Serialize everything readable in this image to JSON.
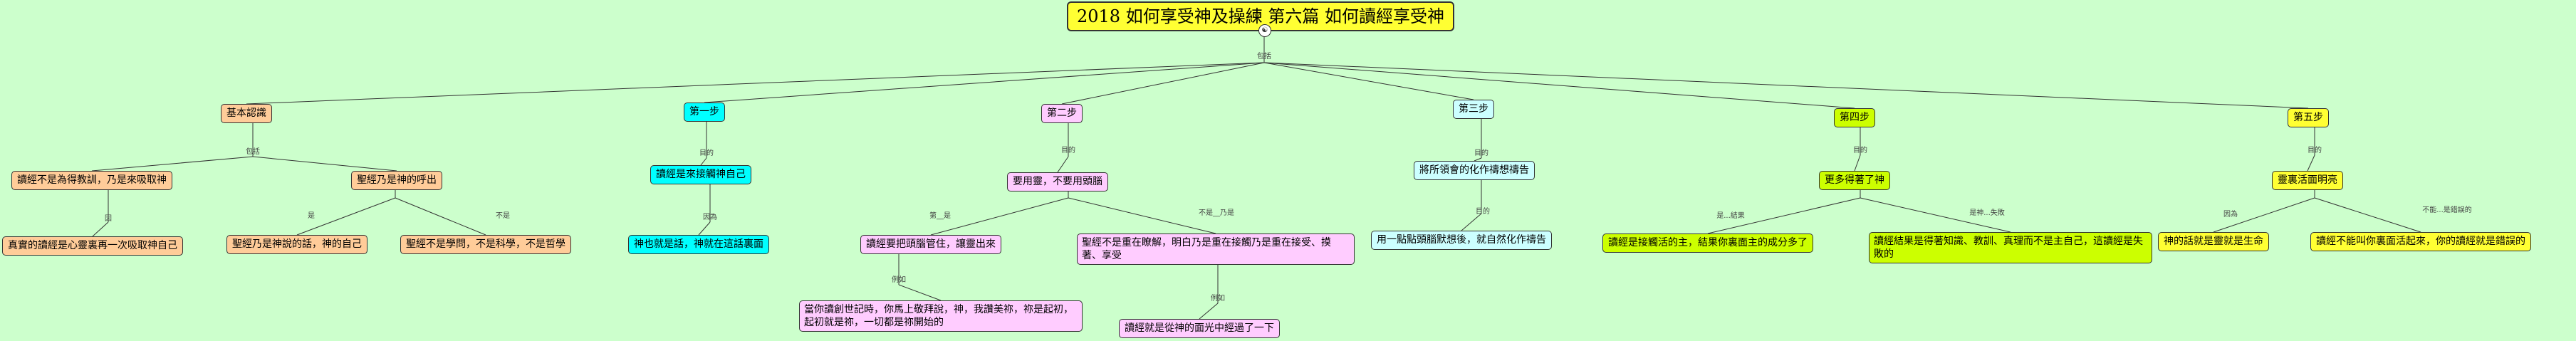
{
  "root": {
    "title": "2018 如何享受神及操練 第六篇 如何讀經享受神"
  },
  "icons": {
    "root_icon": "person-icon"
  },
  "labels": {
    "root_link": "包括",
    "basic_link": "包括",
    "step1_link": "目的",
    "step2_link": "目的",
    "step3_link": "目的",
    "step4_link": "目的",
    "step5_link": "目的",
    "b1_link": "因",
    "b2_left": "是",
    "b2_right": "不是",
    "s1_link": "因為",
    "s2_left": "第__是",
    "s2_right": "不是__乃是",
    "s2a_link": "例如",
    "s2b_link": "例如",
    "s3_link": "目的",
    "s4_left": "是...結果",
    "s4_right": "是神...失敗",
    "s5_left": "因為",
    "s5_right": "不能...是錯誤的"
  },
  "nodes": {
    "basic": "基本認識",
    "step1": "第一步",
    "step2": "第二步",
    "step3": "第三步",
    "step4": "第四步",
    "step5": "第五步",
    "b1": "讀經不是為得教訓，乃是來吸取神",
    "b2": "聖經乃是神的呼出",
    "b1a": "真實的讀經是心靈裏再一次吸取神自己",
    "b2a": "聖經乃是神說的話，神的自己",
    "b2b": "聖經不是學問，不是科學，不是哲學",
    "s1": "讀經是來接觸神自己",
    "s1a": "神也就是話，神就在這話裏面",
    "s2": "要用靈，不要用頭腦",
    "s2a": "讀經要把頭腦管住，讓靈出來",
    "s2b": "聖經不是重在瞭解，明白乃是重在接觸乃是重在接受、摸著、享受",
    "s2a1": "當你讀創世記時，你馬上敬拜說，神，我讚美祢，祢是起初，起初就是祢，一切都是祢開始的",
    "s2b1": "讀經就是從神的面光中經過了一下",
    "s3": "將所領會的化作禱想禱告",
    "s3a": "用一點點頭腦默想後，就自然化作禱告",
    "s4": "更多得著了神",
    "s4a": "讀經是接觸活的主，結果你裏面主的成分多了",
    "s4b": "讀經結果是得著知識、教訓、真理而不是主自己，這讀經是失敗的",
    "s5": "靈裏活面明亮",
    "s5a": "神的話就是靈就是生命",
    "s5b": "讀經不能叫你裏面活起來，你的讀經就是錯誤的"
  }
}
